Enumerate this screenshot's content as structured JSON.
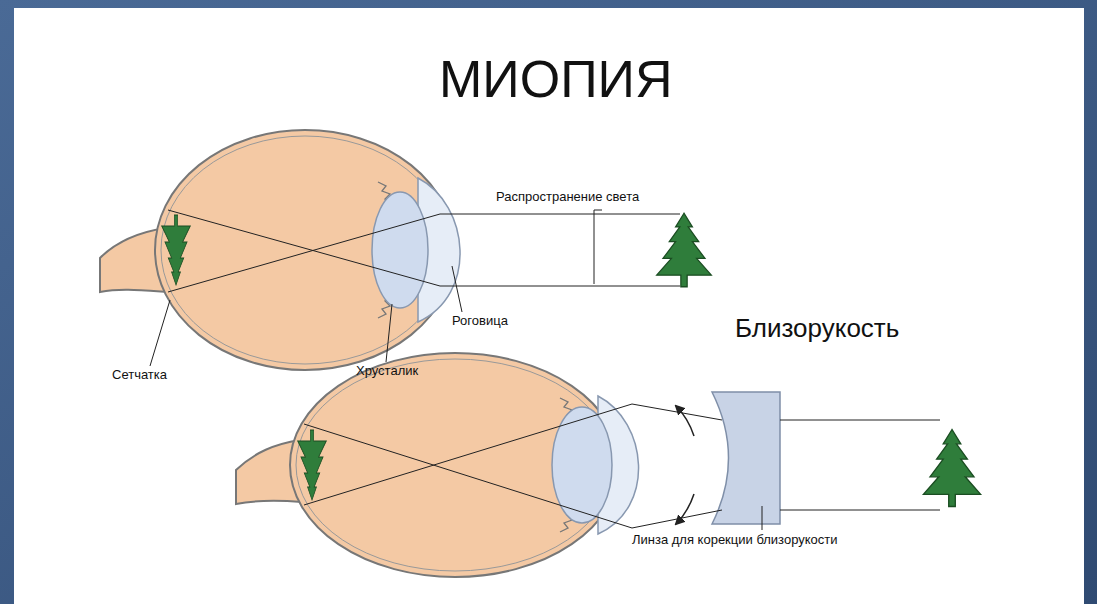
{
  "diagram": {
    "title": "МИОПИЯ",
    "labels": [
      "Распространение света",
      "Роговица",
      "Сетчатка",
      "Хрусталик",
      "Близорукость",
      "Линза для корекции близорукости"
    ]
  }
}
